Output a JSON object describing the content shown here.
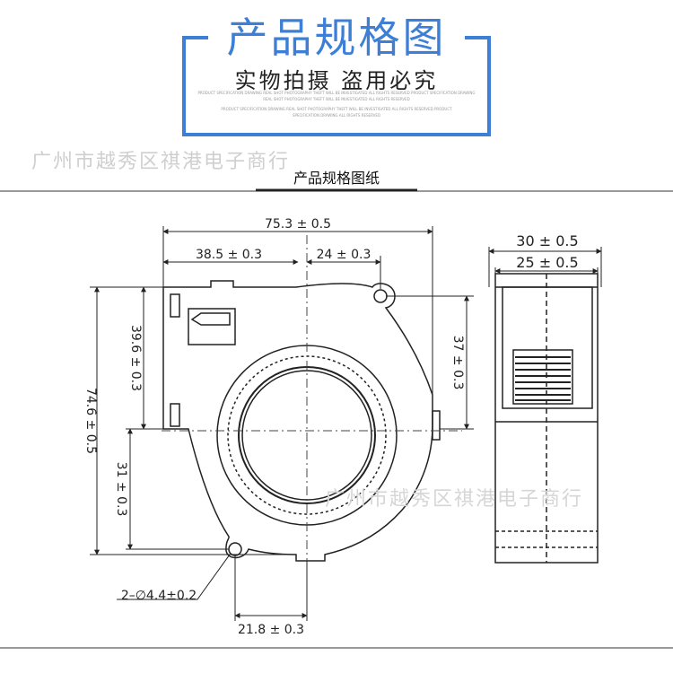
{
  "header": {
    "title": "产品规格图",
    "subtitle": "实物拍摄 盗用必究",
    "fine_print_1": "PRODUCT SPECIFICATION DRAWING REAL SHOT PHOTOGRAPHY THEFT WILL BE INVESTIGATED ALL RIGHTS RESERVED PRODUCT SPECIFICATION DRAWING",
    "fine_print_2": "REAL SHOT PHOTOGRAPHY THEFT WILL BE INVESTIGATED ALL RIGHTS RESERVED",
    "fine_print_3": "PRODUCT SPECIFICATION DRAWING REAL SHOT PHOTOGRAPHY THEFT WILL BE INVESTIGATED ALL RIGHTS RESERVED PRODUCT",
    "fine_print_4": "SPECIFICATION DRAWING ALL RIGHTS RESERVED"
  },
  "watermarks": {
    "top": "广州市越秀区祺港电子商行",
    "middle": "广州市越秀区祺港电子商行"
  },
  "section_title": "产品规格图纸",
  "dimensions": {
    "overall_width": "75.3 ± 0.5",
    "left_to_center": "38.5 ± 0.3",
    "center_to_hole": "24 ± 0.3",
    "overall_height": "74.6 ± 0.5",
    "top_to_center": "39.6 ± 0.3",
    "center_to_bottom_hole": "31 ± 0.3",
    "right_hole_to_outlet": "37 ± 0.3",
    "hole_diameter": "2–∅4.4±0.2",
    "bottom_hole_offset": "21.8 ± 0.3",
    "side_total_width": "30 ± 0.5",
    "side_body_width": "25 ± 0.5"
  },
  "colors": {
    "accent": "#3d7fd6",
    "frame": "#3d7fd6",
    "line": "#222222",
    "watermark": "#cfcfcf"
  }
}
